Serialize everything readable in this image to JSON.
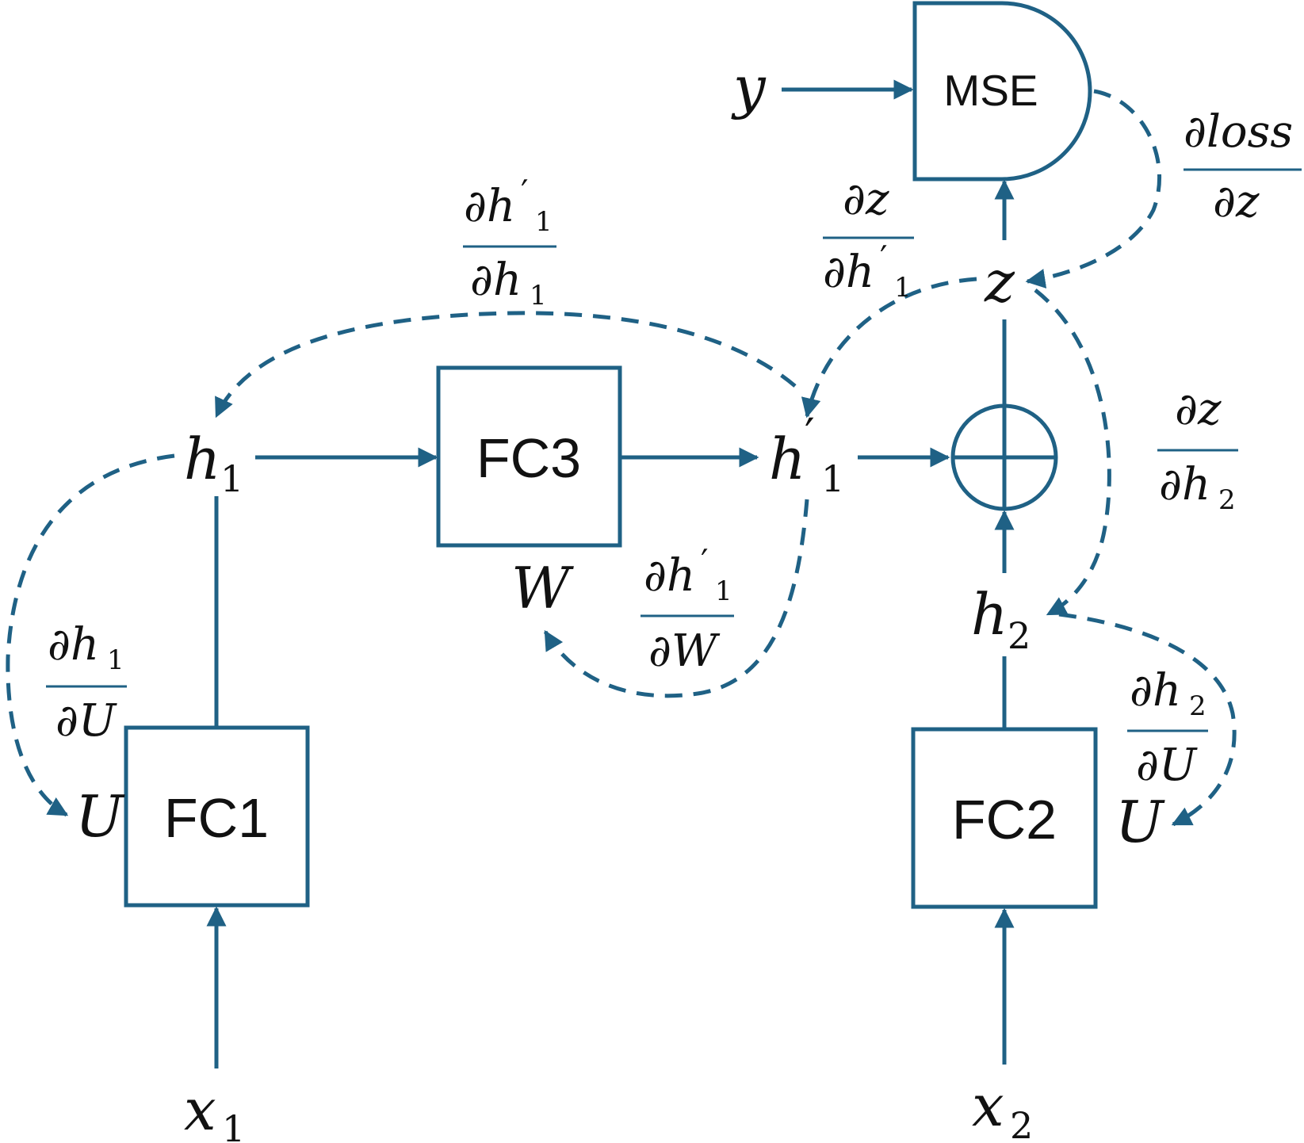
{
  "colors": {
    "line": "#1f6185",
    "text": "#111111",
    "background": "#ffffff"
  },
  "blocks": {
    "fc1": "FC1",
    "fc2": "FC2",
    "fc3": "FC3",
    "mse": "MSE"
  },
  "variables": {
    "x": "x",
    "y": "y",
    "z": "z",
    "h": "h",
    "prime": "′",
    "sub1": "1",
    "sub2": "2",
    "U": "U",
    "W": "W"
  },
  "gradients": {
    "partial": "∂",
    "loss": "loss",
    "z": "z",
    "h": "h",
    "U": "U",
    "W": "W"
  }
}
